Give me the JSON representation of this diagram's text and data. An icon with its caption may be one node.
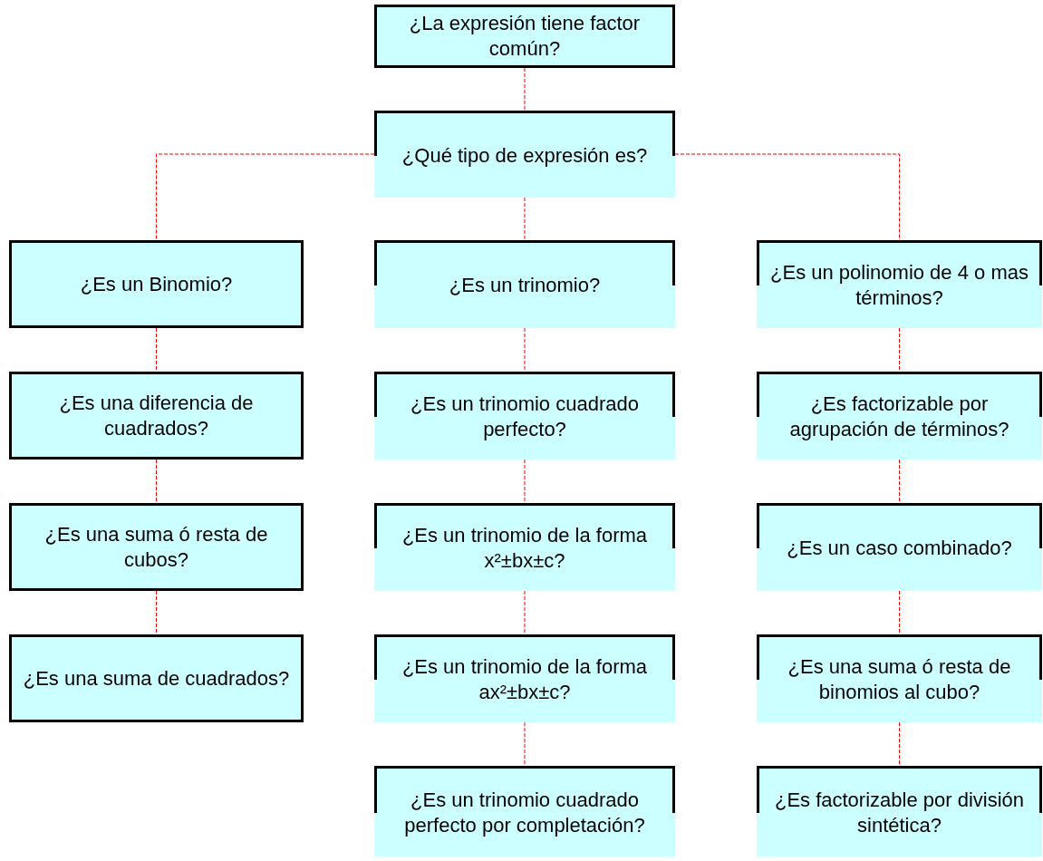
{
  "diagram": {
    "nodes": [
      {
        "text": [
          "¿La expresión tiene factor común?"
        ]
      },
      {
        "text": [
          "¿Qué tipo de expresión es?"
        ]
      },
      {
        "text": [
          "¿Es un Binomio?"
        ]
      },
      {
        "text": [
          "¿Es un trinomio?"
        ]
      },
      {
        "text": [
          "¿Es un polinomio de 4 o mas términos?"
        ]
      },
      {
        "text": [
          "¿Es una diferencia de cuadrados?"
        ]
      },
      {
        "text": [
          "¿Es un trinomio cuadrado perfecto?"
        ]
      },
      {
        "text": [
          "¿Es factorizable por agrupación de términos?"
        ]
      },
      {
        "text": [
          "¿Es una suma ó resta de cubos?"
        ]
      },
      {
        "text": [
          "¿Es un trinomio de la forma x²±bx±c?"
        ]
      },
      {
        "text": [
          "¿Es un caso combinado?"
        ]
      },
      {
        "text": [
          "¿Es una suma de cuadrados?"
        ]
      },
      {
        "text": [
          "¿Es un trinomio de la forma ax²±bx±c?"
        ]
      },
      {
        "text": [
          "¿Es una suma ó resta de binomios al cubo?"
        ]
      },
      {
        "text": [
          "¿Es un trinomio cuadrado perfecto por completación?"
        ]
      },
      {
        "text": [
          "¿Es factorizable por división sintética?"
        ]
      }
    ],
    "edges": [
      {
        "from": 0,
        "to": 1,
        "arrow": "none"
      },
      {
        "from": 1,
        "to": 2,
        "arrow": "none"
      },
      {
        "from": 1,
        "to": 3,
        "arrow": "none"
      },
      {
        "from": 1,
        "to": 4,
        "arrow": "none"
      },
      {
        "from": 2,
        "to": 5,
        "arrow": "none"
      },
      {
        "from": 5,
        "to": 8,
        "arrow": "none"
      },
      {
        "from": 8,
        "to": 11,
        "arrow": "none"
      },
      {
        "from": 3,
        "to": 6,
        "arrow": "none"
      },
      {
        "from": 6,
        "to": 9,
        "arrow": "none"
      },
      {
        "from": 9,
        "to": 12,
        "arrow": "none"
      },
      {
        "from": 12,
        "to": 14,
        "arrow": "none"
      },
      {
        "from": 4,
        "to": 7,
        "arrow": "none"
      },
      {
        "from": 7,
        "to": 10,
        "arrow": "none"
      },
      {
        "from": 10,
        "to": 13,
        "arrow": "none"
      },
      {
        "from": 13,
        "to": 15,
        "arrow": "none"
      }
    ]
  }
}
